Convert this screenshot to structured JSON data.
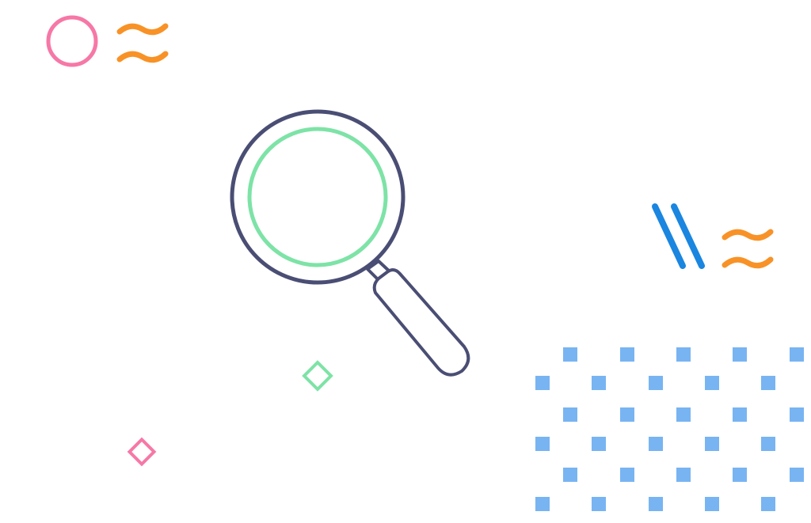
{
  "colors": {
    "magnifier_frame": "#4a4e74",
    "magnifier_lens": "#7de3a6",
    "pink": "#f678a7",
    "orange": "#f89227",
    "blue_lines": "#1a86e0",
    "blue_squares": "#78b4f2",
    "green_diamond": "#7de3a6"
  },
  "icons": [
    "magnifying-glass-icon",
    "circle-shape",
    "zigzag-shape",
    "diamond-shape",
    "dot-grid-pattern"
  ]
}
